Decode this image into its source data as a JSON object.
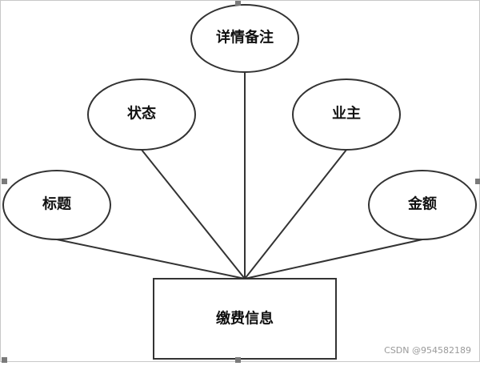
{
  "diagram": {
    "entity": {
      "label": "缴费信息"
    },
    "attributes": [
      {
        "id": "title",
        "label": "标题"
      },
      {
        "id": "status",
        "label": "状态"
      },
      {
        "id": "detail-note",
        "label": "详情备注"
      },
      {
        "id": "owner",
        "label": "业主"
      },
      {
        "id": "amount",
        "label": "金额"
      }
    ]
  },
  "watermark": "CSDN @954582189"
}
